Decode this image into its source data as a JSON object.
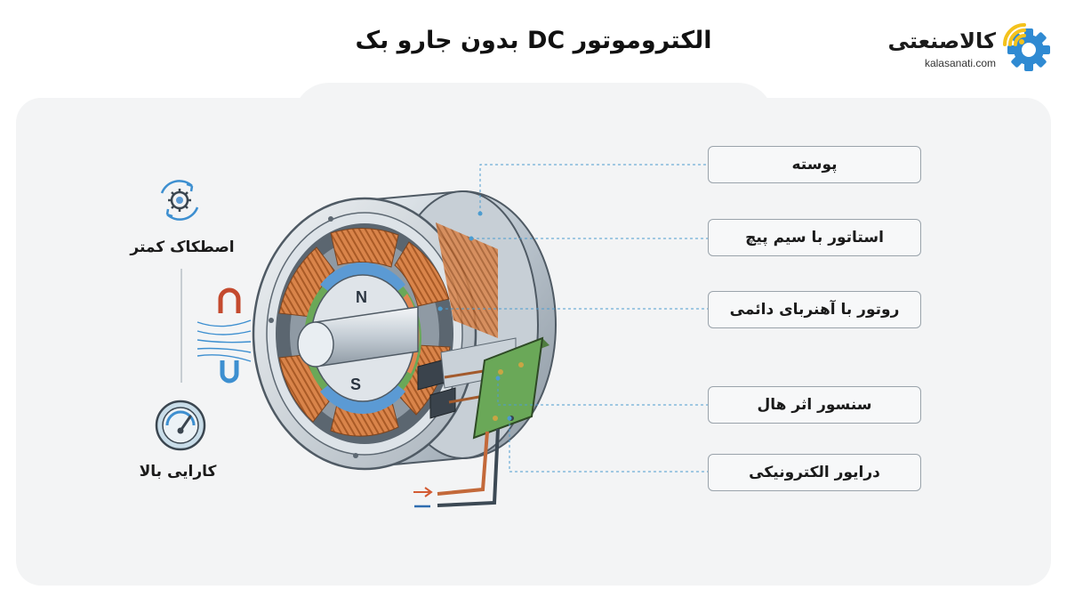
{
  "header": {
    "title": "الکتروموتور DC بدون جارو بک"
  },
  "logo": {
    "name": "کالاصنعتی",
    "domain": "kalasanati.com",
    "icon": "gear-wifi-icon"
  },
  "labels": [
    {
      "text": "پوسته"
    },
    {
      "text": "استاتور با سیم پیچ"
    },
    {
      "text": "روتور با آهنربای دائمی"
    },
    {
      "text": "سنسور اثر هال"
    },
    {
      "text": "درایور الکترونیکی"
    }
  ],
  "features": [
    {
      "text": "اصطکاک کمتر",
      "icon": "gear-cycle-icon"
    },
    {
      "text": "کارایی بالا",
      "icon": "speedometer-icon"
    }
  ],
  "magnet_icon": "magnet-field-icon",
  "rotor_poles": {
    "north": "N",
    "south": "S"
  },
  "colors": {
    "accent_blue": "#3d8fd0",
    "logo_yellow": "#f4c21d",
    "copper": "#d9844a",
    "pcb_green": "#6aa858",
    "leader_line": "#4d9ccf"
  }
}
